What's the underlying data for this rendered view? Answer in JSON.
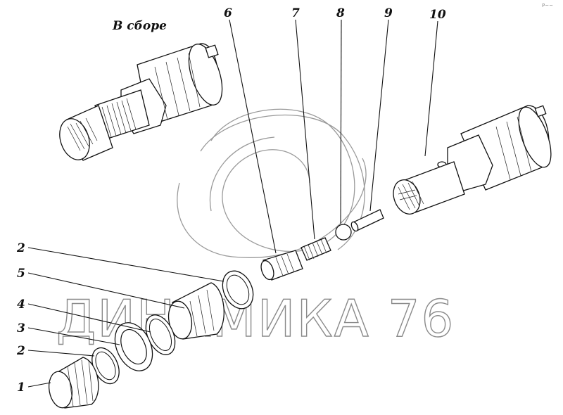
{
  "diagram": {
    "title": "В сборе",
    "watermark": "ДИНАМИКА 76",
    "corner_mark": "P~~",
    "parts": [
      {
        "id": "1",
        "label": "1"
      },
      {
        "id": "2a",
        "label": "2"
      },
      {
        "id": "3",
        "label": "3"
      },
      {
        "id": "4",
        "label": "4"
      },
      {
        "id": "5",
        "label": "5"
      },
      {
        "id": "2b",
        "label": "2"
      },
      {
        "id": "6",
        "label": "6"
      },
      {
        "id": "7",
        "label": "7"
      },
      {
        "id": "8",
        "label": "8"
      },
      {
        "id": "9",
        "label": "9"
      },
      {
        "id": "10",
        "label": "10"
      }
    ]
  }
}
